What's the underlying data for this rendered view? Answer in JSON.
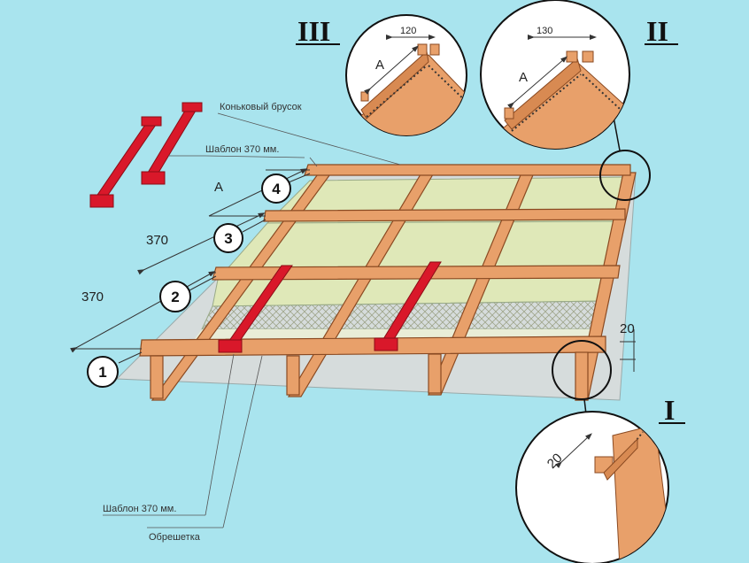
{
  "labels": {
    "ridge_bar": "Коньковый брусок",
    "template_top": "Шаблон 370 мм.",
    "template_bottom": "Шаблон 370 мм.",
    "batten": "Обрешетка"
  },
  "dimensions": {
    "a_main": "А",
    "spacing_upper": "370",
    "spacing_lower": "370",
    "overhang": "20",
    "detail_iii_width": "120",
    "detail_iii_a": "А",
    "detail_ii_width": "130",
    "detail_ii_a": "А",
    "detail_i_width": "20"
  },
  "markers": [
    "1",
    "2",
    "3",
    "4"
  ],
  "details": {
    "iii": "III",
    "ii": "II",
    "i": "I"
  },
  "colors": {
    "background": "#a9e4ee",
    "wood": "#e8a06a",
    "wood_stroke": "#8a4a22",
    "insulation": "#dfe8b8",
    "template_red": "#d9182a"
  }
}
